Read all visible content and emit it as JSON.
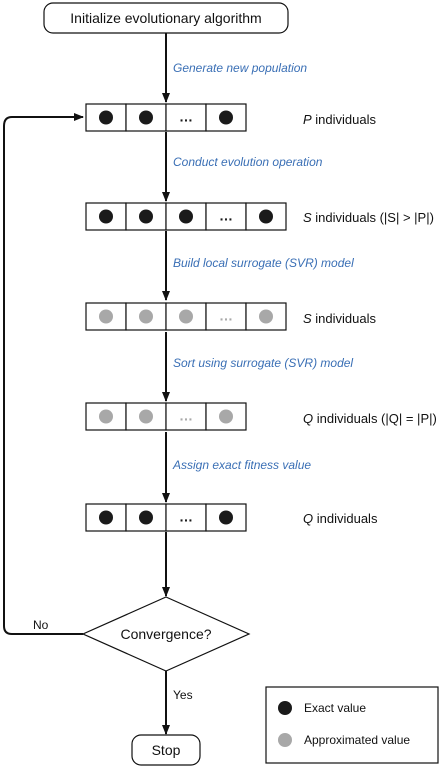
{
  "nodes": {
    "start": "Initialize evolutionary algorithm",
    "decision": "Convergence?",
    "stop": "Stop"
  },
  "steps": {
    "generate": "Generate new population",
    "evolve": "Conduct evolution operation",
    "build": "Build local surrogate (SVR) model",
    "sort": "Sort using surrogate (SVR) model",
    "assign": "Assign exact fitness value"
  },
  "populations": [
    {
      "dots": [
        "exact",
        "exact",
        "ellipsis",
        "exact"
      ],
      "var": "P",
      "label": " individuals"
    },
    {
      "dots": [
        "exact",
        "exact",
        "exact",
        "ellipsis",
        "exact"
      ],
      "var": "S",
      "label": " individuals (|S| > |P|)"
    },
    {
      "dots": [
        "approx",
        "approx",
        "approx",
        "ellipsis",
        "approx"
      ],
      "var": "S",
      "label": " individuals"
    },
    {
      "dots": [
        "approx",
        "approx",
        "ellipsis",
        "approx"
      ],
      "var": "Q",
      "label": " individuals (|Q| = |P|)"
    },
    {
      "dots": [
        "exact",
        "exact",
        "ellipsis",
        "exact"
      ],
      "var": "Q",
      "label": " individuals"
    }
  ],
  "branches": {
    "no": "No",
    "yes": "Yes"
  },
  "legend": {
    "exact": "Exact value",
    "approx": "Approximated value"
  },
  "ellipsis": "…",
  "colors": {
    "exact": "#1a1a1a",
    "approx": "#a8a8a8",
    "step_text": "#3a6fb5"
  }
}
